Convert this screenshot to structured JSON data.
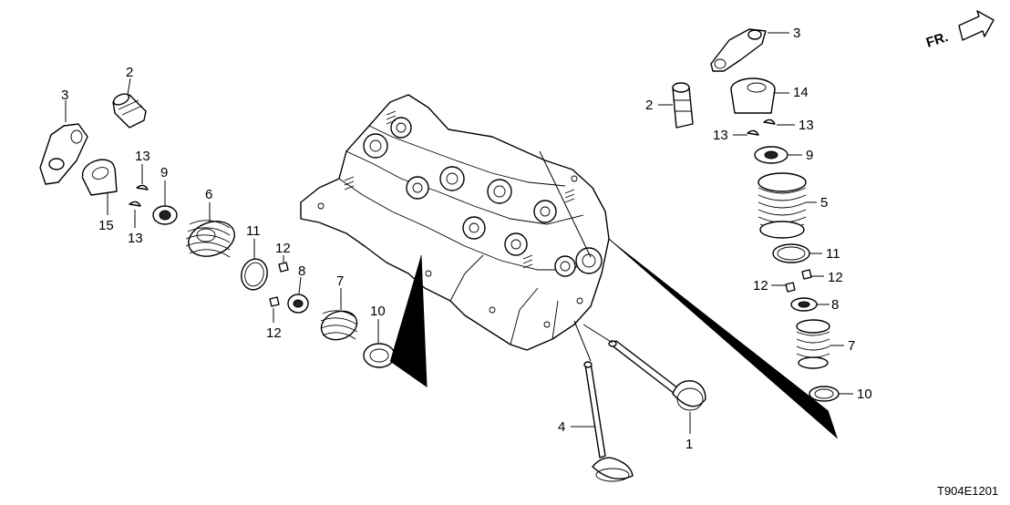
{
  "diagram_code": "T904E1201",
  "direction_label": "FR.",
  "callouts": {
    "left": [
      {
        "id": "l3",
        "text": "3"
      },
      {
        "id": "l2",
        "text": "2"
      },
      {
        "id": "l13a",
        "text": "13"
      },
      {
        "id": "l9",
        "text": "9"
      },
      {
        "id": "l6",
        "text": "6"
      },
      {
        "id": "l15",
        "text": "15"
      },
      {
        "id": "l13b",
        "text": "13"
      },
      {
        "id": "l11",
        "text": "11"
      },
      {
        "id": "l12a",
        "text": "12"
      },
      {
        "id": "l8",
        "text": "8"
      },
      {
        "id": "l12b",
        "text": "12"
      },
      {
        "id": "l7",
        "text": "7"
      },
      {
        "id": "l10",
        "text": "10"
      }
    ],
    "right": [
      {
        "id": "r3",
        "text": "3"
      },
      {
        "id": "r14",
        "text": "14"
      },
      {
        "id": "r2",
        "text": "2"
      },
      {
        "id": "r13a",
        "text": "13"
      },
      {
        "id": "r13b",
        "text": "13"
      },
      {
        "id": "r9",
        "text": "9"
      },
      {
        "id": "r5",
        "text": "5"
      },
      {
        "id": "r11",
        "text": "11"
      },
      {
        "id": "r12a",
        "text": "12"
      },
      {
        "id": "r12b",
        "text": "12"
      },
      {
        "id": "r8",
        "text": "8"
      },
      {
        "id": "r7",
        "text": "7"
      },
      {
        "id": "r10",
        "text": "10"
      }
    ],
    "valves": [
      {
        "id": "v4",
        "text": "4"
      },
      {
        "id": "v1",
        "text": "1"
      }
    ]
  }
}
